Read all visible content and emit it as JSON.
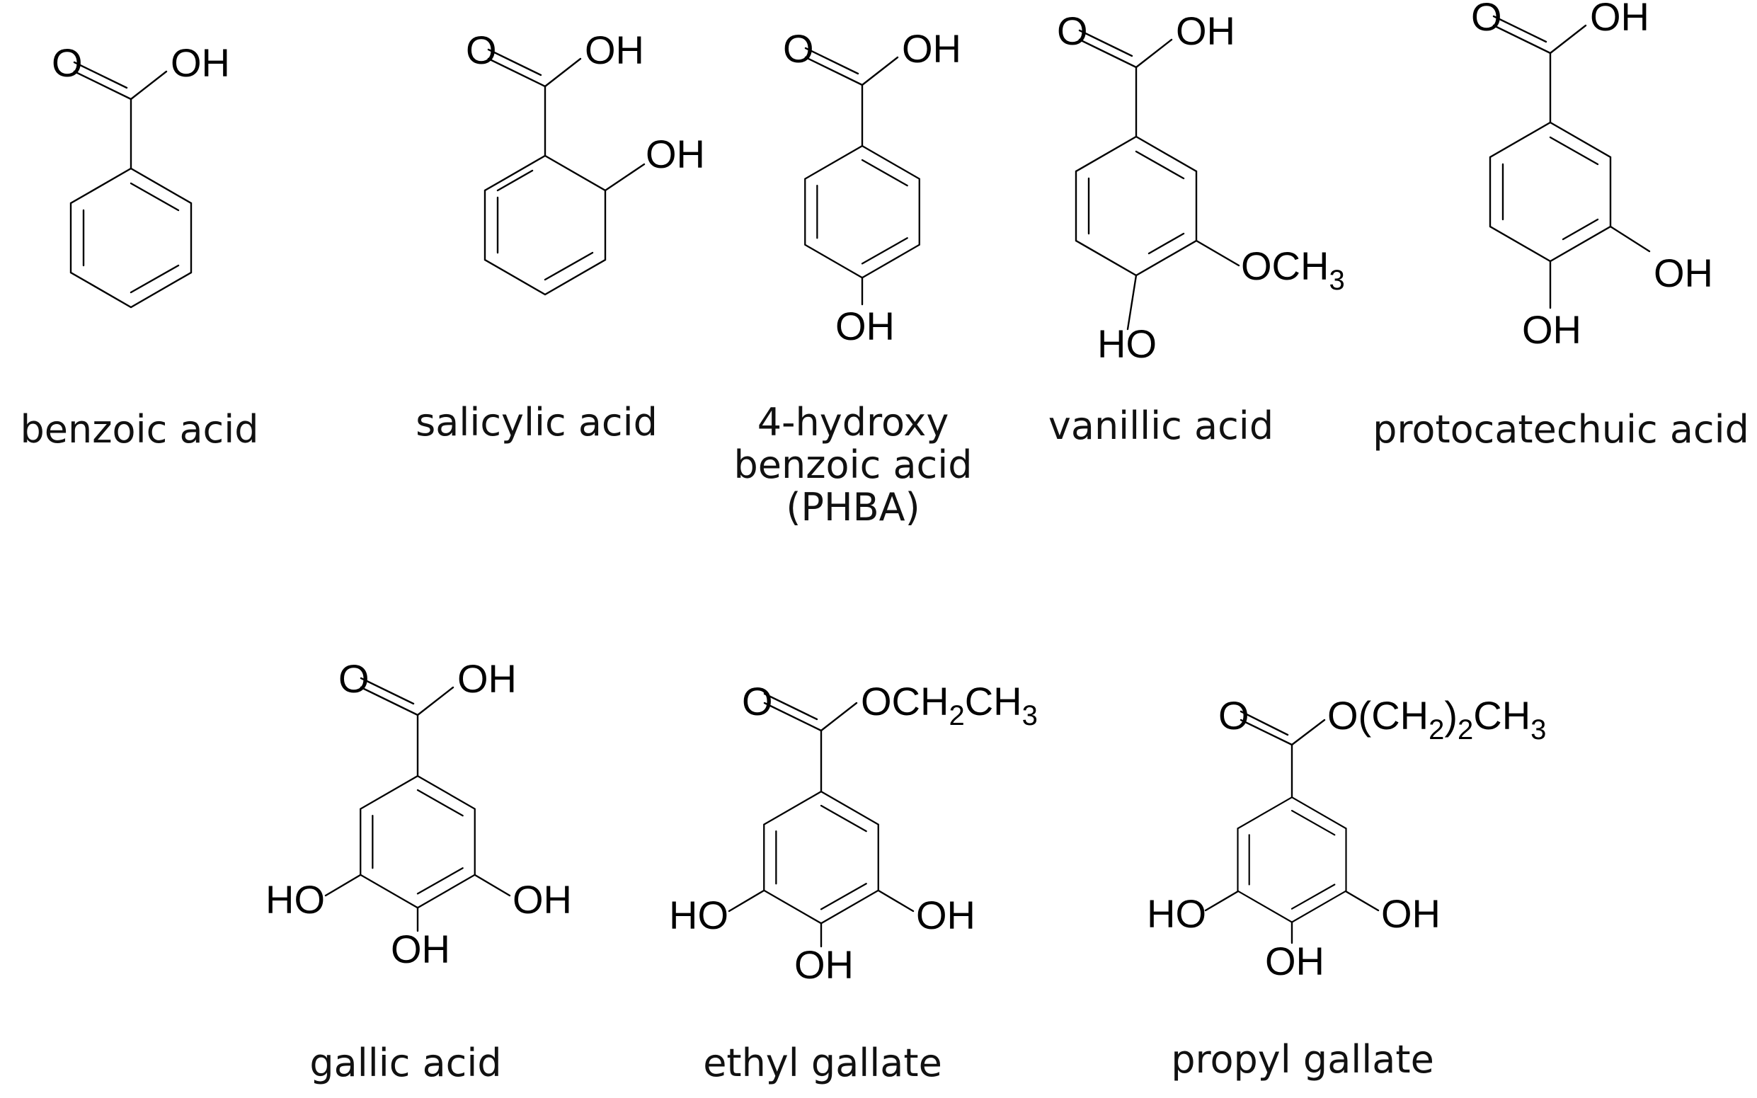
{
  "compounds": [
    {
      "name": "benzoic acid",
      "ring_substituents": []
    },
    {
      "name": "salicylic acid",
      "ring_substituents": [
        "OH"
      ]
    },
    {
      "name_lines": [
        "4-hydroxy",
        "benzoic acid",
        "(PHBA)"
      ],
      "ring_substituents": [
        "OH"
      ]
    },
    {
      "name": "vanillic acid",
      "ring_substituents": [
        "OCH3",
        "HO"
      ]
    },
    {
      "name": "protocatechuic acid",
      "ring_substituents": [
        "OH",
        "OH"
      ]
    },
    {
      "name": "gallic acid",
      "ring_substituents": [
        "HO",
        "OH",
        "OH"
      ]
    },
    {
      "name": "ethyl gallate",
      "ring_substituents": [
        "HO",
        "OH",
        "OH"
      ]
    },
    {
      "name": "propyl gallate",
      "ring_substituents": [
        "HO",
        "OH",
        "OH"
      ]
    }
  ],
  "labels": {
    "carbonyl_o": "O",
    "acid_oh": "OH",
    "oh": "OH",
    "ho": "HO",
    "och": "OCH",
    "sub3": "3",
    "ester_ethyl_a": "OCH",
    "ester_ethyl_sub2": "2",
    "ester_ethyl_b": "CH",
    "ester_ethyl_sub3": "3",
    "ester_propyl_a": "O(CH",
    "ester_propyl_sub2": "2",
    "ester_propyl_b": ")",
    "ester_propyl_sub2b": "2",
    "ester_propyl_c": "CH",
    "ester_propyl_sub3": "3"
  }
}
